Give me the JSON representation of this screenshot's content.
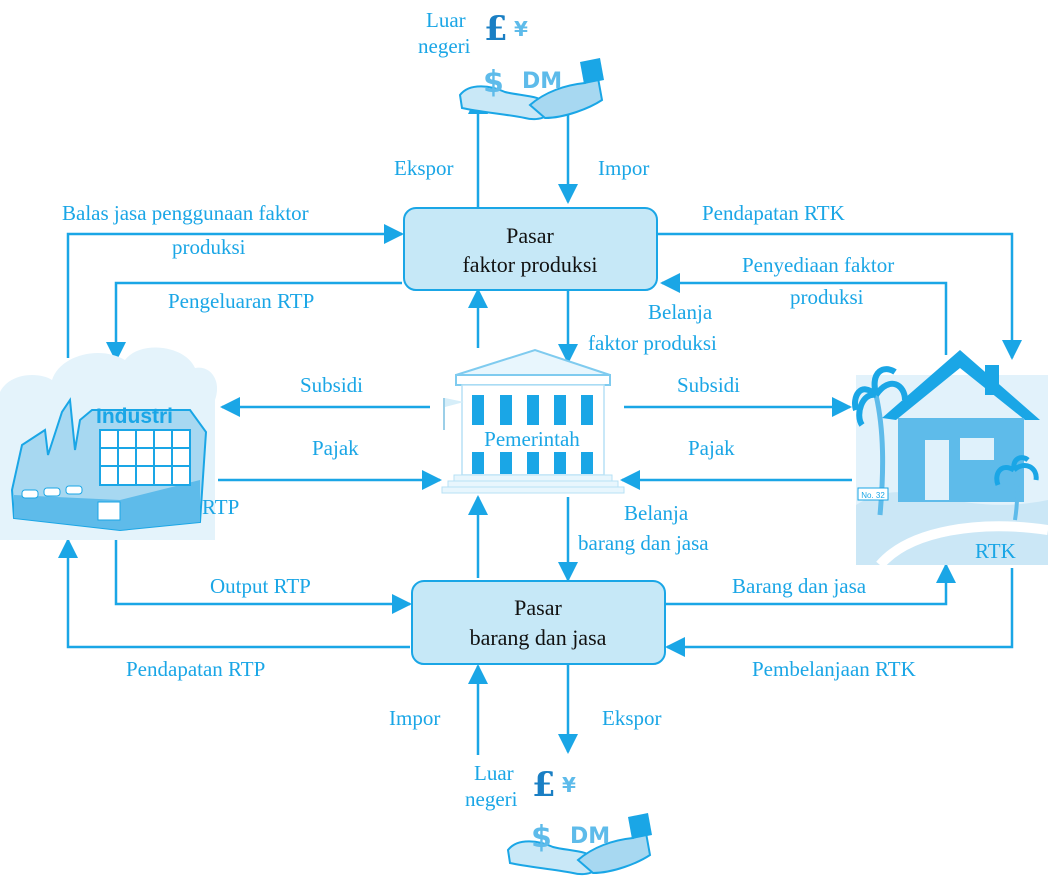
{
  "colors": {
    "arrow": "#1aa6e6",
    "box_fill": "#c6e8f7",
    "box_stroke": "#1aa6e6",
    "text": "#1aa6e6",
    "box_text": "#111111"
  },
  "nodes": {
    "factor_market": {
      "line1": "Pasar",
      "line2": "faktor produksi"
    },
    "goods_market": {
      "line1": "Pasar",
      "line2": "barang dan jasa"
    },
    "government": "Pemerintah",
    "firm_sign": "Industri",
    "firm": "RTP",
    "household": "RTK",
    "house_plate": "No. 32",
    "abroad_top": {
      "line1": "Luar",
      "line2": "negeri"
    },
    "abroad_bottom": {
      "line1": "Luar",
      "line2": "negeri"
    }
  },
  "flows": {
    "export_top": "Ekspor",
    "import_top": "Impor",
    "factor_payment": {
      "line1": "Balas jasa penggunaan faktor",
      "line2": "produksi"
    },
    "household_income": "Pendapatan RTK",
    "firm_expenditure": "Pengeluaran RTP",
    "factor_supply": {
      "line1": "Penyediaan faktor",
      "line2": "produksi"
    },
    "gov_factor_spending": {
      "line1": "Belanja",
      "line2": "faktor produksi"
    },
    "subsidy_left": "Subsidi",
    "subsidy_right": "Subsidi",
    "tax_left": "Pajak",
    "tax_right": "Pajak",
    "gov_goods_spending": {
      "line1": "Belanja",
      "line2": "barang dan jasa"
    },
    "firm_output": "Output RTP",
    "goods_services": "Barang dan jasa",
    "firm_income": "Pendapatan RTP",
    "household_spending": "Pembelanjaan RTK",
    "import_bottom": "Impor",
    "export_bottom": "Ekspor"
  },
  "icons": {
    "abroad": "currency-hands-icon",
    "government": "government-building-icon",
    "firm": "factory-icon",
    "household": "house-palm-icon"
  }
}
